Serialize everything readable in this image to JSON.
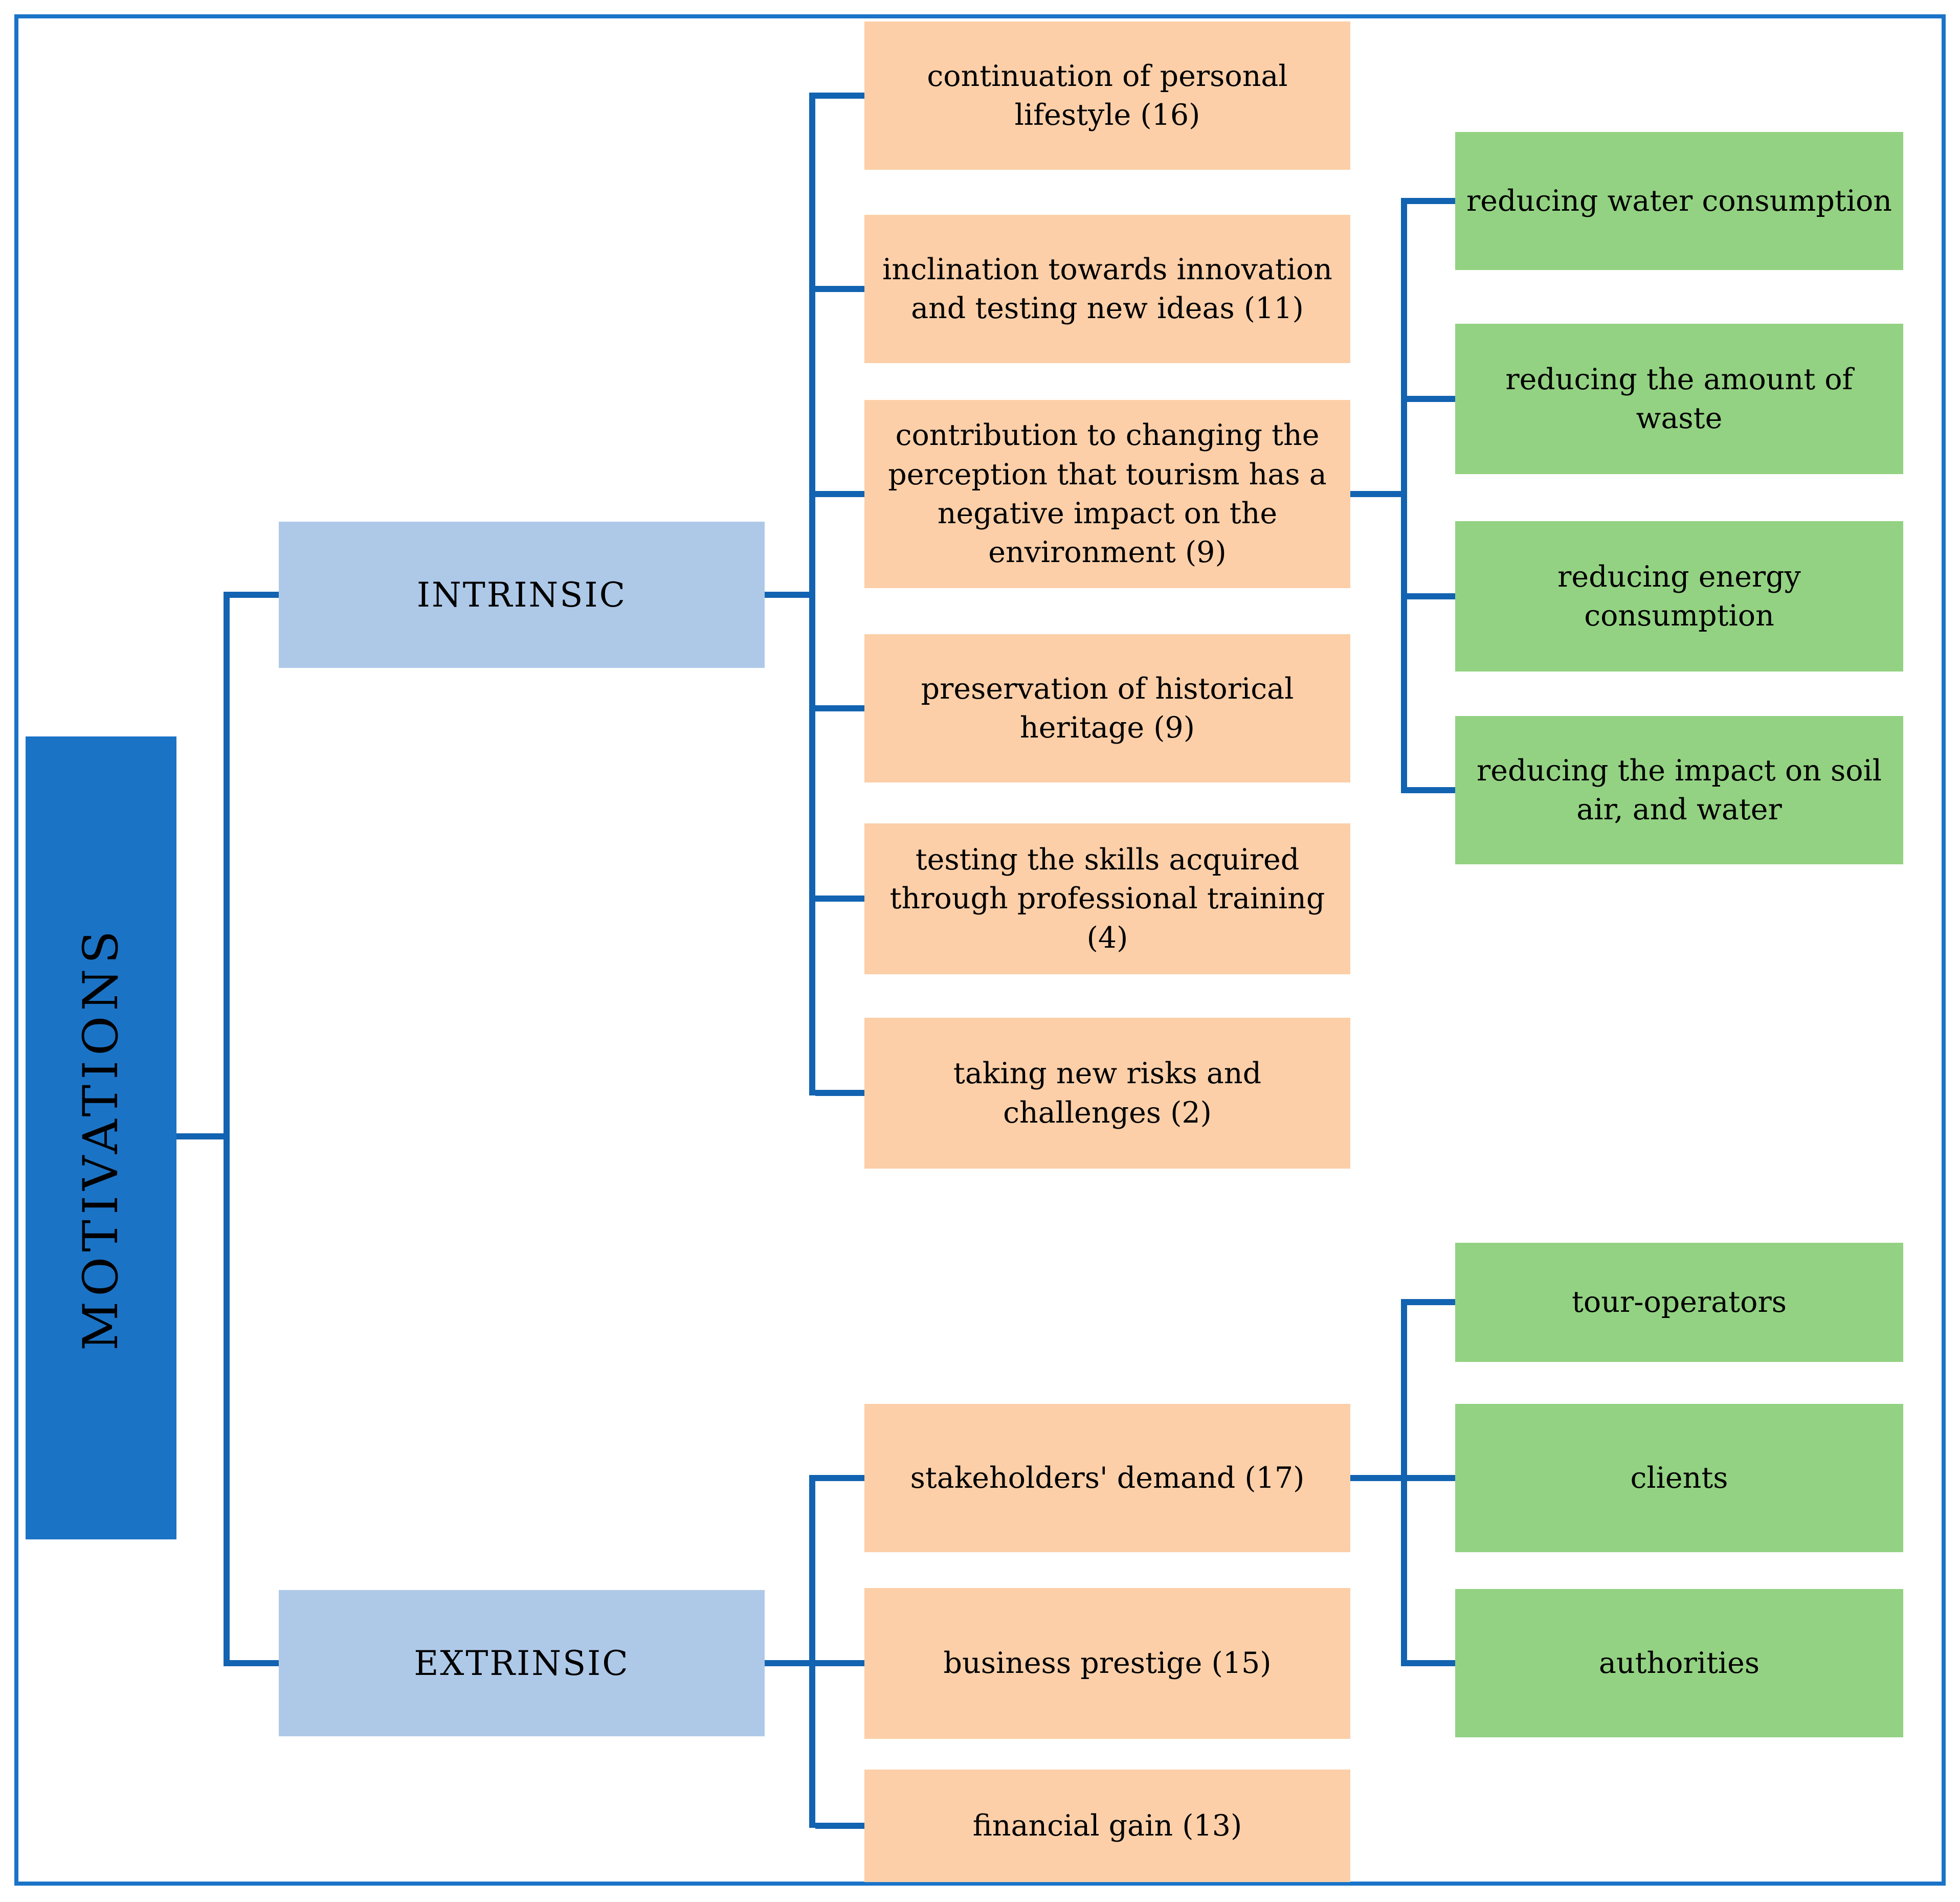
{
  "root_label": "MOTIVATIONS",
  "intrinsic": {
    "label": "INTRINSIC",
    "items": [
      "continuation of personal lifestyle (16)",
      "inclination towards innovation and testing new ideas (11)",
      "contribution to changing the perception that tourism has a negative impact on the environment (9)",
      "preservation of historical heritage (9)",
      "testing the skills acquired through professional training (4)",
      "taking new risks and challenges (2)"
    ],
    "environment_actions": [
      "reducing water consumption",
      "reducing the amount of waste",
      "reducing energy consumption",
      "reducing the impact on soil air, and water"
    ]
  },
  "extrinsic": {
    "label": "EXTRINSIC",
    "items": [
      "stakeholders' demand (17)",
      "business prestige (15)",
      "financial gain (13)"
    ],
    "stakeholder_types": [
      "tour-operators",
      "clients",
      "authorities"
    ]
  },
  "colors": {
    "accent_dark_blue": "#1b73c6",
    "light_blue": "#aec9e8",
    "orange": "#fccfa8",
    "green": "#93d282",
    "connector_blue": "#1263b1",
    "border_blue": "#1b74c8",
    "text_black": "#000000"
  }
}
